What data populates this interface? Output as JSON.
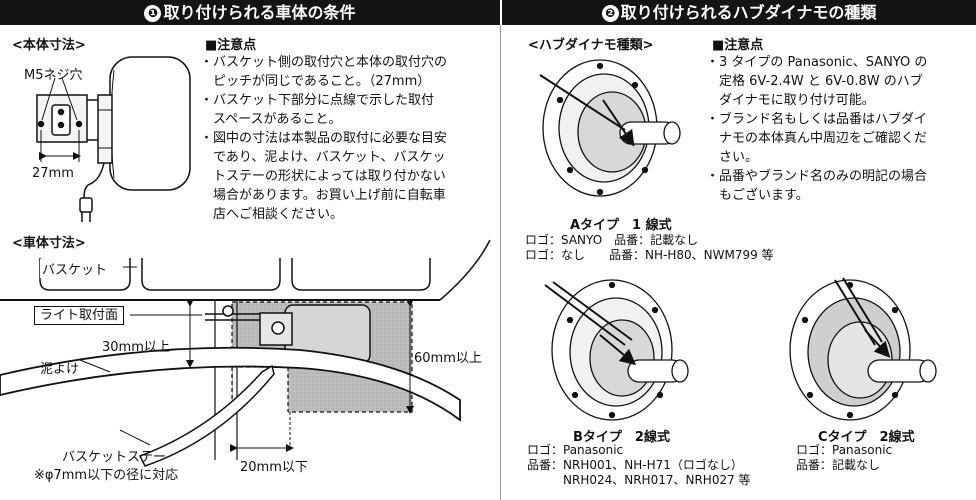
{
  "left": {
    "title_num": "❶",
    "title": "取り付けられる車体の条件",
    "body_size_label": "<本体寸法>",
    "m5_label": "M5ネジ穴",
    "pitch_label": "27mm",
    "notes_heading": "■注意点",
    "notes": [
      "・バスケット側の取付穴と本体の取付穴の",
      "　ピッチが同じであること。（27mm）",
      "・バスケット下部分に点線で示した取付",
      "　スペースがあること。",
      "・図中の寸法は本製品の取付に必要な目安",
      "　であり、泥よけ、バスケット、バスケッ",
      "　トステーの形状によっては取り付かない",
      "　場合があります。お買い上げ前に自転車",
      "　店へご相談ください。"
    ],
    "vehicle_size_label": "<車体寸法>",
    "basket_label": "バスケット",
    "mount_surface_label": "ライト取付面",
    "dim_30": "30mm以上",
    "dim_60": "60mm以上",
    "dim_20": "20mm以下",
    "fender_label": "泥よけ",
    "stay_label": "バスケットステー",
    "stay_note": "※φ7mm以下の径に対応"
  },
  "right": {
    "title_num": "❷",
    "title": "取り付けられるハブダイナモの種類",
    "types_label": "<ハブダイナモ種類>",
    "notes_heading": "■注意点",
    "notes": [
      "・3 タイプの Panasonic、SANYO の",
      "　定格 6V-2.4W と 6V-0.8W のハブ",
      "　ダイナモに取り付け可能。",
      "・ブランド名もしくは品番はハブダイ",
      "　ナモの本体真ん中周辺をご確認くだ",
      "　さい。",
      "・品番やブランド名のみの明記の場合",
      "　もございます。"
    ],
    "type_a": {
      "title": "Aタイプ　1 線式",
      "line1": "ロゴ：SANYO　品番：記載なし",
      "line2": "ロゴ：なし　　品番：NH-H80、NWM799 等"
    },
    "type_b": {
      "title": "Bタイプ　2線式",
      "line1": "ロゴ：Panasonic",
      "line2": "品番：NRH001、NH-H71（ロゴなし）",
      "line3": "　　　NRH024、NRH017、NRH027 等"
    },
    "type_c": {
      "title": "Cタイプ　2線式",
      "line1": "ロゴ：Panasonic",
      "line2": "品番：記載なし"
    }
  }
}
